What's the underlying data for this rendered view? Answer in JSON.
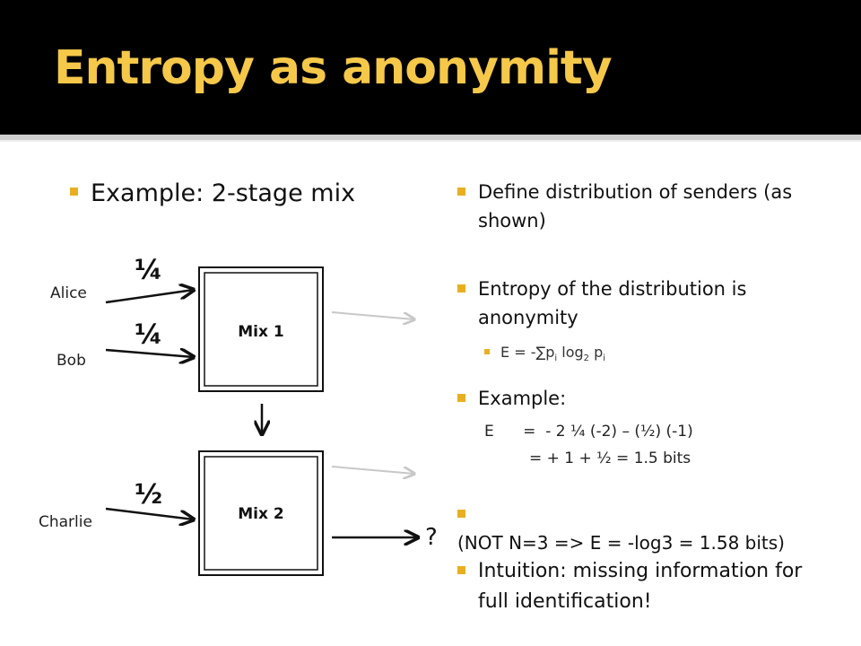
{
  "title": "Entropy as anonymity",
  "left": {
    "bullet": "Example: 2-stage mix",
    "senders": [
      "Alice",
      "Bob",
      "Charlie"
    ],
    "probabilities": [
      "¼",
      "¼",
      "½"
    ],
    "mix1_label": "Mix 1",
    "mix2_label": "Mix 2",
    "output_label": "?"
  },
  "right": {
    "b1": "Define distribution of senders (as shown)",
    "b2": "Entropy of the distribution is anonymity",
    "sub_prefix": "E = -∑p",
    "sub_i1": "i",
    "sub_log": " log",
    "sub_2": "2",
    "sub_p": " p",
    "sub_i2": "i",
    "b3": "Example:",
    "eq1": "E      =  - 2 ¼ (-2) – (½) (-1)",
    "eq2": "=  + 1 + ½ = 1.5 bits",
    "b4": "(NOT N=3 => E = -log3 = 1.58 bits)",
    "b5": "Intuition: missing information for full identification!"
  },
  "colors": {
    "title": "#f5c84a",
    "bullet": "#e8b020",
    "titlebar": "#000000",
    "gray_arrow": "#c8c8c8"
  }
}
